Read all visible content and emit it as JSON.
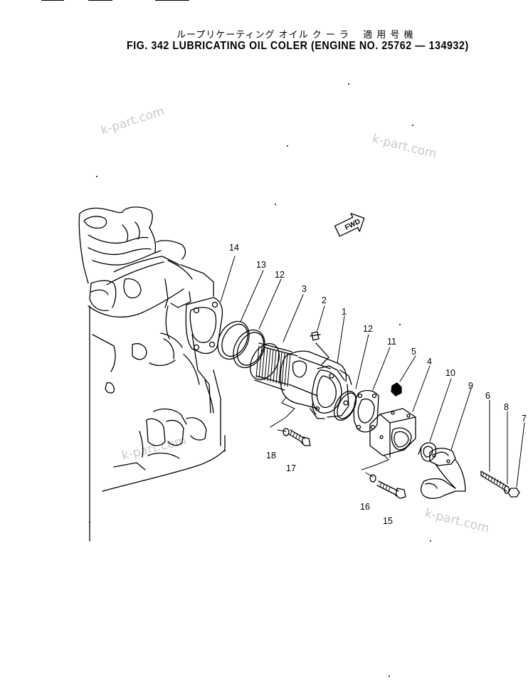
{
  "title_jp": "ループリケーティング オイル ク ー ラ　 適 用 号 機",
  "title_en": "FIG. 342  LUBRICATING  OIL  COLER (ENGINE  NO.  25762 — 134932)",
  "watermark": "k-part.com",
  "fwd_label": "FWD",
  "callouts": [
    {
      "id": "c14",
      "text": "14"
    },
    {
      "id": "c13",
      "text": "13"
    },
    {
      "id": "c12a",
      "text": "12"
    },
    {
      "id": "c3",
      "text": "3"
    },
    {
      "id": "c2",
      "text": "2"
    },
    {
      "id": "c1",
      "text": "1"
    },
    {
      "id": "c12b",
      "text": "12"
    },
    {
      "id": "c11",
      "text": "11"
    },
    {
      "id": "c5",
      "text": "5"
    },
    {
      "id": "c4",
      "text": "4"
    },
    {
      "id": "c10",
      "text": "10"
    },
    {
      "id": "c9",
      "text": "9"
    },
    {
      "id": "c6",
      "text": "6"
    },
    {
      "id": "c8",
      "text": "8"
    },
    {
      "id": "c7",
      "text": "7"
    },
    {
      "id": "c18",
      "text": "18"
    },
    {
      "id": "c17",
      "text": "17"
    },
    {
      "id": "c16",
      "text": "16"
    },
    {
      "id": "c15",
      "text": "15"
    }
  ]
}
